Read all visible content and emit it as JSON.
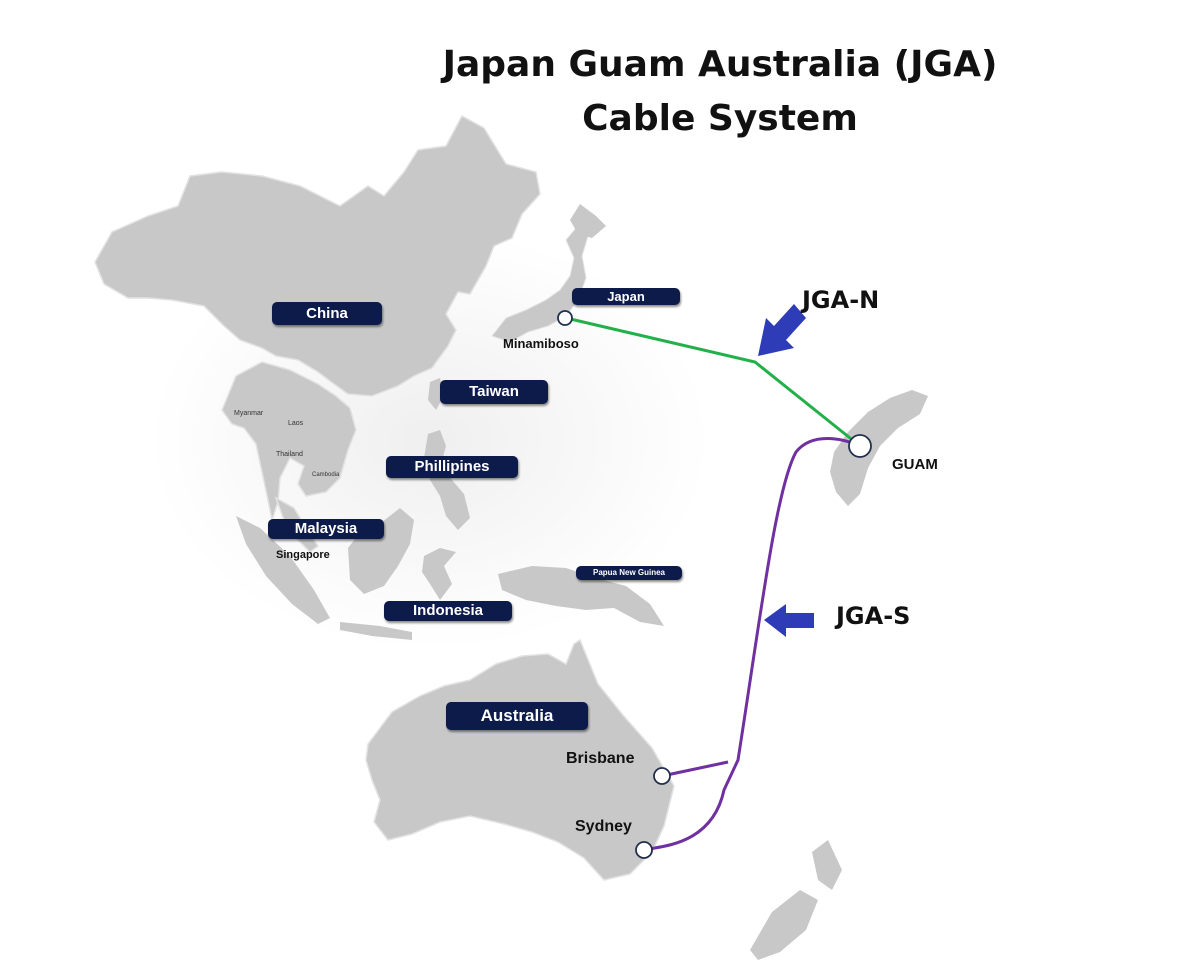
{
  "title": {
    "line1": "Japan Guam Australia (JGA)",
    "line2": "Cable System"
  },
  "countries": {
    "china": "China",
    "japan": "Japan",
    "taiwan": "Taiwan",
    "philippines": "Phillipines",
    "malaysia": "Malaysia",
    "indonesia": "Indonesia",
    "papua": "Papua New Guinea",
    "australia": "Australia"
  },
  "minor_countries": {
    "myanmar": "Myanmar",
    "laos": "Laos",
    "thailand": "Thailand",
    "cambodia": "Cambodia"
  },
  "landings": {
    "minamiboso": "Minamiboso",
    "guam": "GUAM",
    "brisbane": "Brisbane",
    "sydney": "Sydney",
    "singapore": "Singapore"
  },
  "segments": {
    "north": "JGA-N",
    "south": "JGA-S"
  },
  "colors": {
    "land": "#c8c8c8",
    "label_bg": "#0d1b4b",
    "north_cable": "#22b04a",
    "south_cable": "#7030a0",
    "arrow": "#2e3cb8"
  }
}
